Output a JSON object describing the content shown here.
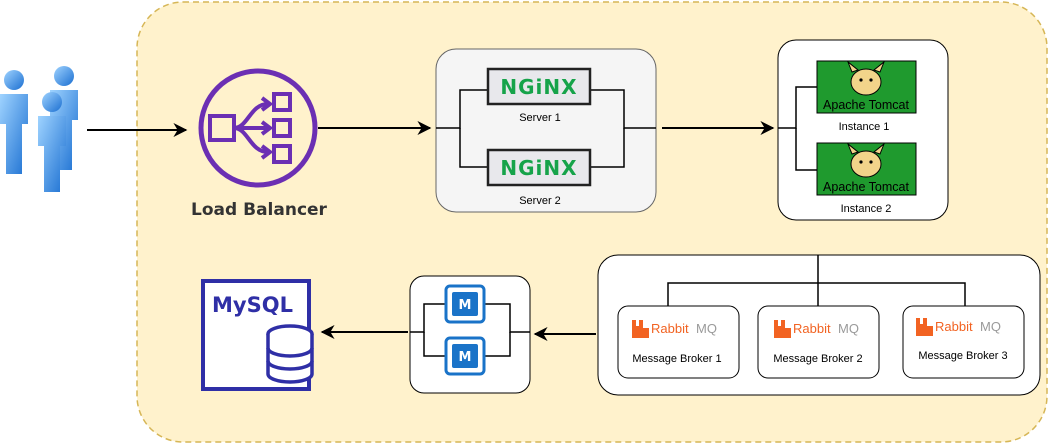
{
  "load_balancer": {
    "label": "Load Balancer"
  },
  "web_servers": {
    "logo_text": "NGiNX",
    "items": [
      {
        "label": "Server 1"
      },
      {
        "label": "Server 2"
      }
    ]
  },
  "app_instances": {
    "logo_text": "Apache Tomcat",
    "items": [
      {
        "label": "Instance 1"
      },
      {
        "label": "Instance 2"
      }
    ]
  },
  "message_brokers": {
    "logo_text_a": "Rabbit",
    "logo_text_b": "MQ",
    "items": [
      {
        "label": "Message Broker 1"
      },
      {
        "label": "Message Broker 2"
      },
      {
        "label": "Message Broker 3"
      }
    ]
  },
  "cache": {
    "logo_text": "M"
  },
  "database": {
    "logo_text": "MySQL"
  },
  "colors": {
    "boundary_fill": "#fff2cc",
    "boundary_stroke": "#d6b656",
    "aws_purple": "#6b2fb3",
    "mysql_blue": "#2f2fa6",
    "nginx_green": "#16a34a",
    "tomcat_green": "#1f9a2e",
    "rabbit_orange": "#f26322",
    "memcached_blue": "#1a73c8"
  }
}
